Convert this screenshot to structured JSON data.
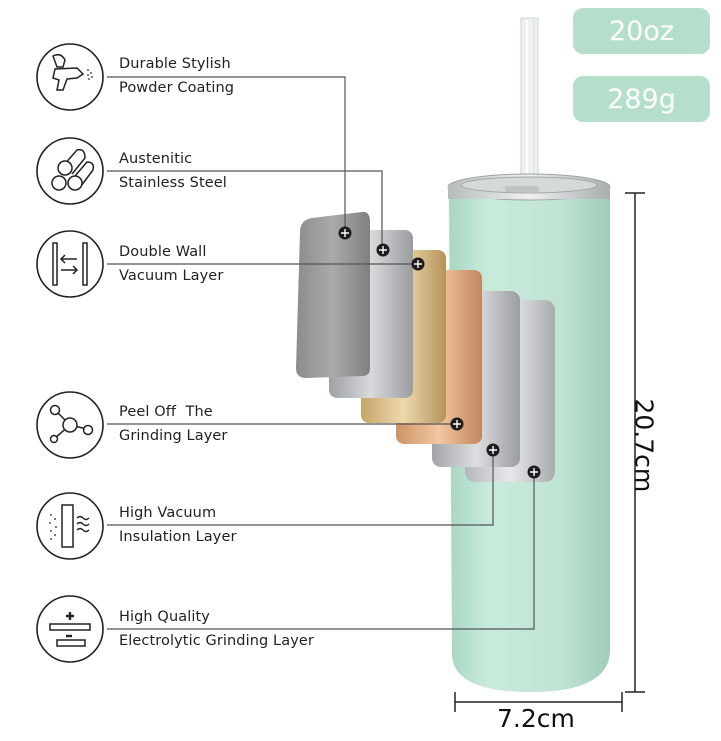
{
  "badges": {
    "capacity": "20oz",
    "weight": "289g"
  },
  "dimensions": {
    "height": "20.7cm",
    "width": "7.2cm"
  },
  "features": [
    {
      "icon": "spray-gun-icon",
      "line1": "Durable Stylish",
      "line2": "Powder Coating"
    },
    {
      "icon": "steel-rods-icon",
      "line1": "Austenitic",
      "line2": "Stainless Steel"
    },
    {
      "icon": "double-wall-icon",
      "line1": "Double Wall",
      "line2": "Vacuum Layer"
    },
    {
      "icon": "molecule-icon",
      "line1": "Peel Off  The",
      "line2": "Grinding Layer"
    },
    {
      "icon": "vacuum-insulation-icon",
      "line1": "High Vacuum",
      "line2": "Insulation Layer"
    },
    {
      "icon": "electrolytic-icon",
      "line1": "High Quality",
      "line2": "Electrolytic Grinding Layer"
    }
  ],
  "colors": {
    "tumbler": "#bfe3d3",
    "badge": "#b5dfcb",
    "leader": "#555555"
  }
}
